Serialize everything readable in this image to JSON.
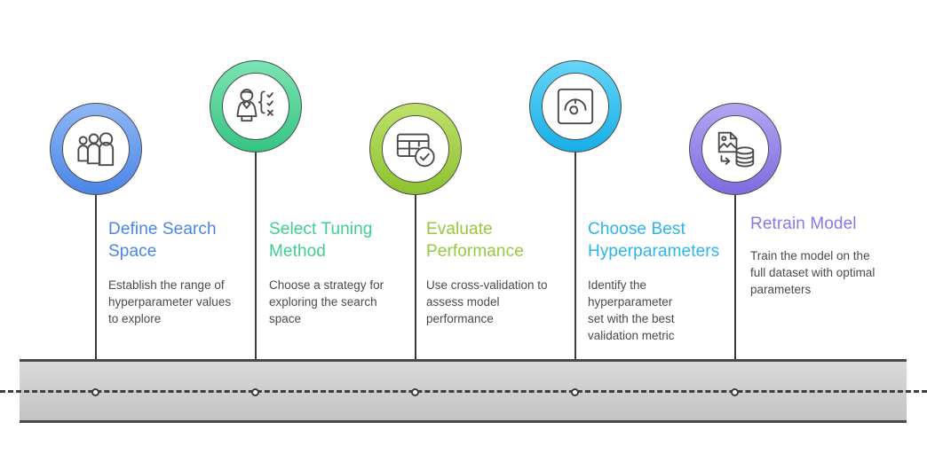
{
  "steps": [
    {
      "title": "Define Search Space",
      "desc": "Establish the range of hyperparameter values to explore",
      "color": "#4a86e8",
      "ring_light": "#8fb6f5",
      "ring_dark": "#4a86e8",
      "icon": "three-people-icon"
    },
    {
      "title": "Select Tuning Method",
      "desc": "Choose a strategy for exploring the search space",
      "color": "#3ecf8e",
      "ring_light": "#7be3b2",
      "ring_dark": "#35c483",
      "icon": "person-options-brace-icon"
    },
    {
      "title": "Evaluate Performance",
      "desc": "Use cross-validation to assess model performance",
      "color": "#96c93d",
      "ring_light": "#bfe06a",
      "ring_dark": "#8cc22f",
      "icon": "table-check-icon"
    },
    {
      "title": "Choose Best Hyperparameters",
      "desc": "Identify the hyperparameter set with the best validation metric",
      "color": "#29b6ea",
      "ring_light": "#66d4f7",
      "ring_dark": "#16aee6",
      "icon": "gauge-icon"
    },
    {
      "title": "Retrain Model",
      "desc": "Train the model on the full dataset with optimal parameters",
      "color": "#8b78e6",
      "ring_light": "#b3a5f2",
      "ring_dark": "#7f6ae0",
      "icon": "image-to-database-icon"
    }
  ],
  "scene": {
    "road_label": "road-band",
    "center_line_label": "road-center-dashed-line"
  }
}
